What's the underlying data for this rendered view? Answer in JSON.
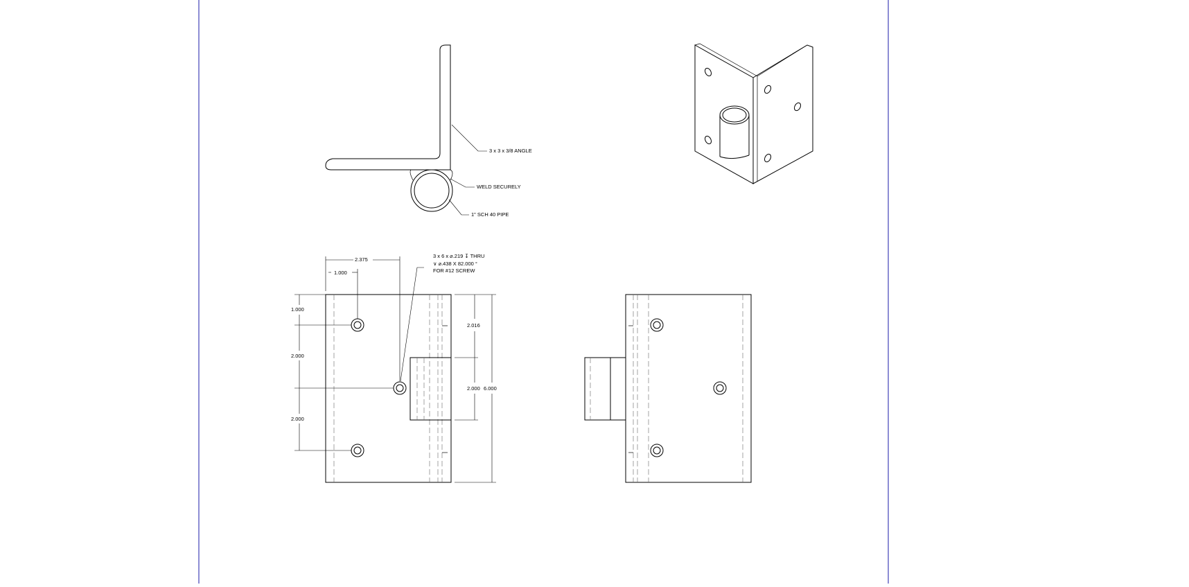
{
  "drawing": {
    "callouts": {
      "angle": "3 x 3 x 3/8 ANGLE",
      "weld": "WELD SECURELY",
      "pipe": "1\" SCH 40 PIPE",
      "hole_line1": "3 x 6 x ⌀.219 ↧ THRU",
      "hole_line2": "∨ ⌀.438 X 82.000 °",
      "hole_line3": "FOR #12 SCREW"
    },
    "dimensions": {
      "d_2375": "2.375",
      "d_1000_h": "1.000",
      "d_1000_v": "1.000",
      "d_2000_a": "2.000",
      "d_2000_b": "2.000",
      "d_2016": "2.016",
      "d_2000_pipe": "2.000",
      "d_6000": "6.000"
    }
  }
}
